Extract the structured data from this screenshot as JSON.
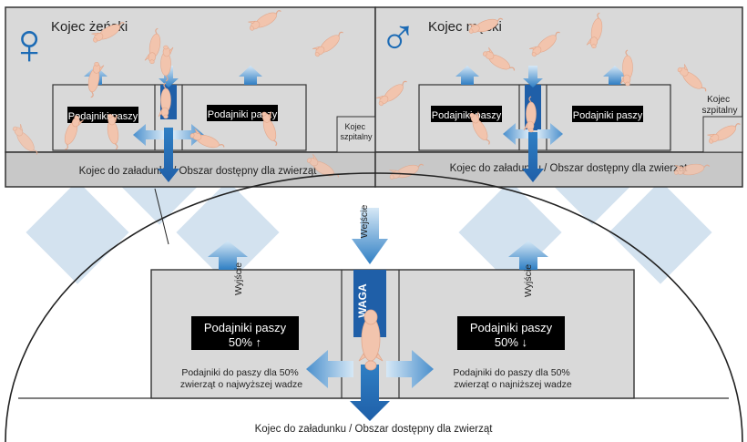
{
  "panels": {
    "female": {
      "title": "Kojec żeński",
      "symbol": "♀",
      "feeder_left": "Podajniki paszy",
      "feeder_right": "Podajniki paszy",
      "hospital": "Kojec\nszpitalny",
      "loading": "Kojec do załadunku / Obszar dostępny dla zwierząt"
    },
    "male": {
      "title": "Kojec męski",
      "symbol": "♂",
      "feeder_left": "Podajniki paszy",
      "feeder_right": "Podajniki paszy",
      "hospital": "Kojec\nszpitalny",
      "loading": "Kojec do załadunku / Obszar dostępny dla zwierząt"
    }
  },
  "detail": {
    "entrance": "Wejście",
    "exit_left": "Wyjście",
    "exit_right": "Wyjście",
    "scale": "WAGA",
    "feeder_left_title": "Podajniki paszy",
    "feeder_left_pct": "50% ↑",
    "feeder_left_desc": "Podajniki do paszy dla 50%\nzwierząt o najwyższej wadze",
    "feeder_right_title": "Podajniki paszy",
    "feeder_right_pct": "50% ↓",
    "feeder_right_desc": "Podajniki do paszy dla 50%\nzwierząt o najniższej wadze",
    "loading": "Kojec do załadunku / Obszar dostępny dla zwierząt"
  },
  "colors": {
    "pen_bg": "#d9d9d9",
    "loading_bg": "#c8c8c8",
    "scale_blue": "#1f5fa8",
    "arrow_blue": "#3a86c8",
    "symbol_blue": "#1c6bb5",
    "pig": "#f2c4ad",
    "watermark": "#c5d9ea"
  }
}
